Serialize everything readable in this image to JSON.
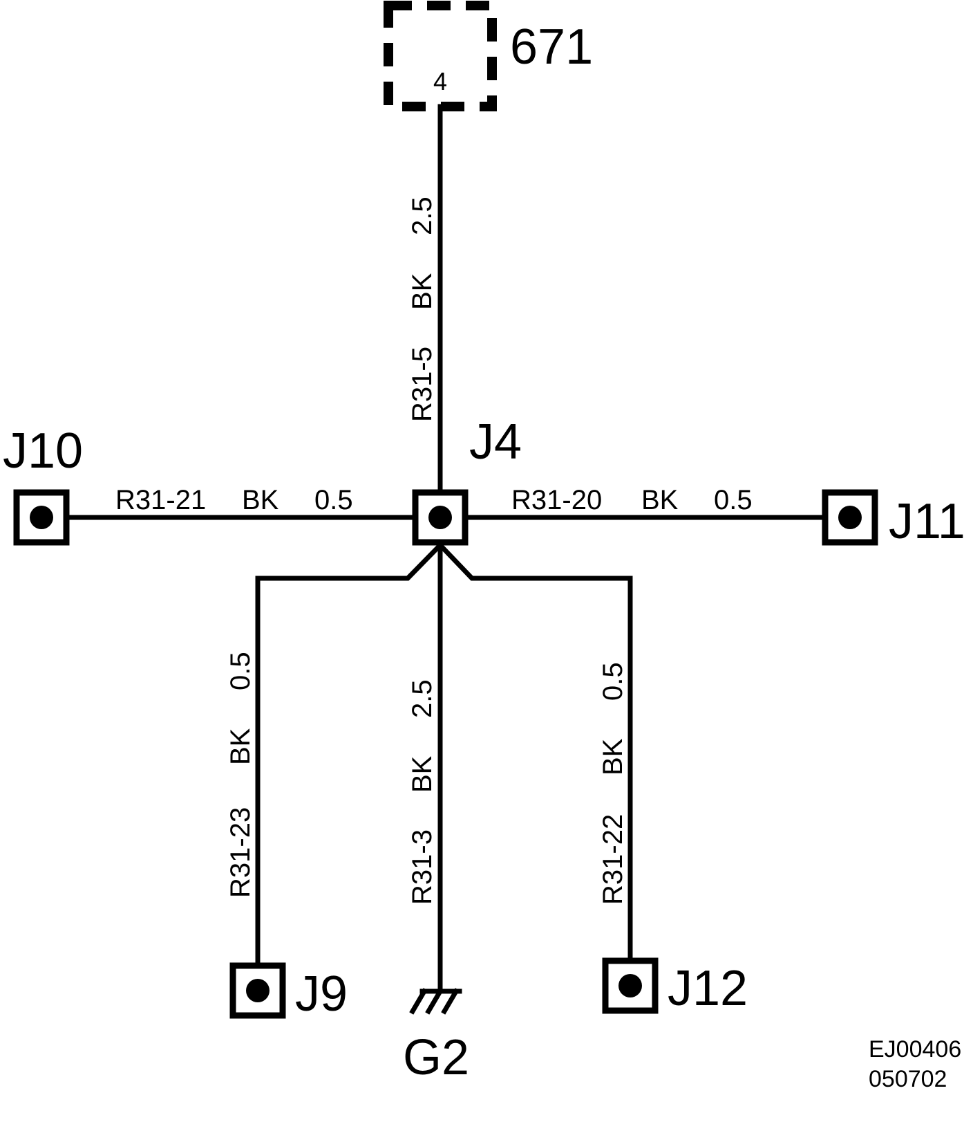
{
  "module": {
    "id": "671",
    "pin": "4"
  },
  "junctions": {
    "center": "J4",
    "left": "J10",
    "right": "J11",
    "bottom_left": "J9",
    "bottom_right": "J12"
  },
  "ground": "G2",
  "wires": {
    "top": {
      "circuit": "R31-5",
      "color": "BK",
      "size": "2.5"
    },
    "left": {
      "circuit": "R31-21",
      "color": "BK",
      "size": "0.5"
    },
    "right": {
      "circuit": "R31-20",
      "color": "BK",
      "size": "0.5"
    },
    "bottom_left": {
      "circuit": "R31-23",
      "color": "BK",
      "size": "0.5"
    },
    "bottom_center": {
      "circuit": "R31-3",
      "color": "BK",
      "size": "2.5"
    },
    "bottom_right": {
      "circuit": "R31-22",
      "color": "BK",
      "size": "0.5"
    }
  },
  "reference": {
    "code": "EJ00406",
    "date": "050702"
  }
}
